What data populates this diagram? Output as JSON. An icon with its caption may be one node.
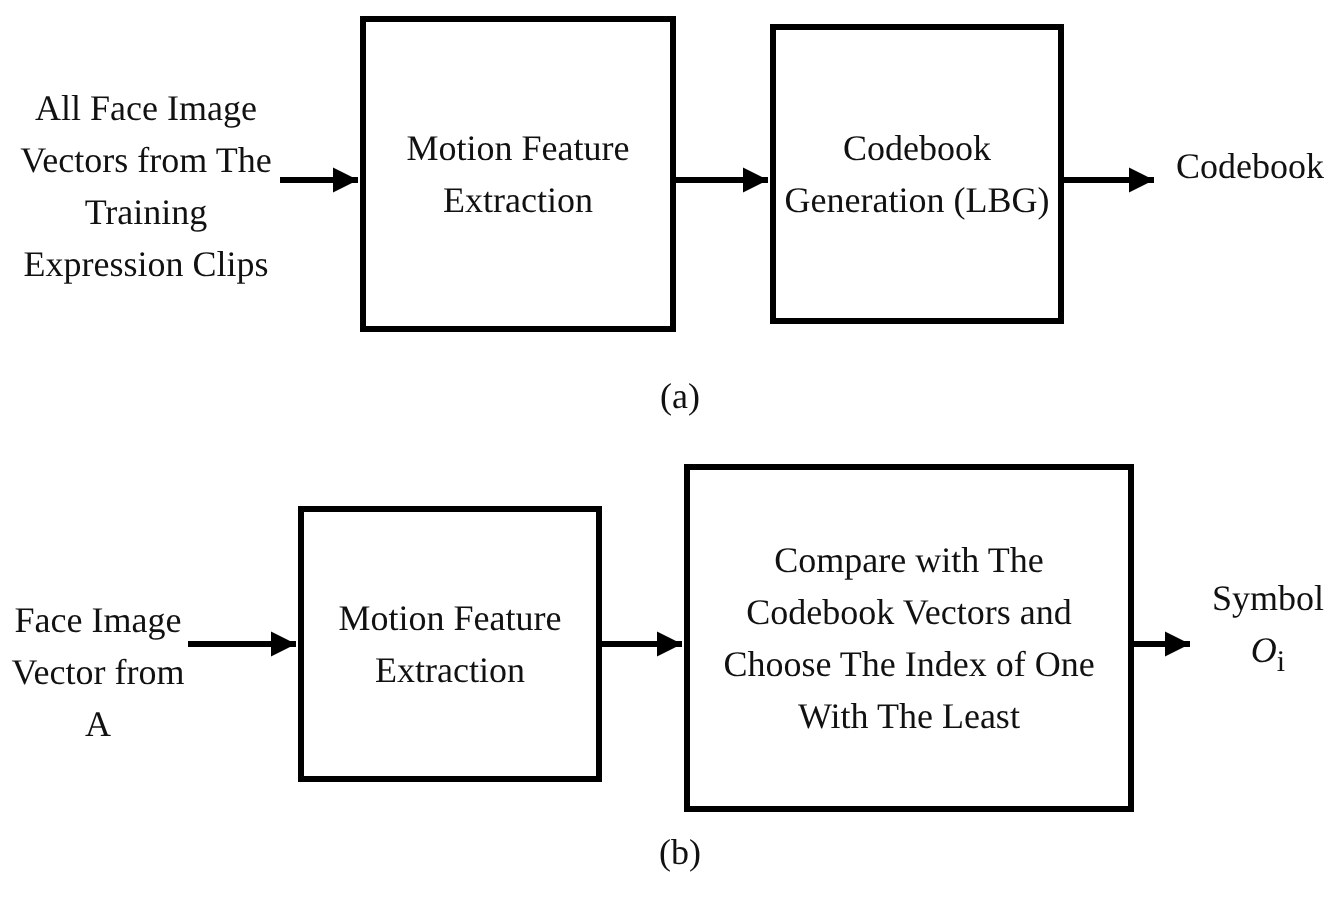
{
  "diagram": {
    "nodes": [
      {
        "text": [
          "All Face Image Vectors from The Training Expression Clips"
        ]
      },
      {
        "text": [
          "Motion Feature Extraction"
        ]
      },
      {
        "text": [
          "Codebook Generation (LBG)"
        ]
      },
      {
        "text": [
          "Codebook"
        ]
      },
      {
        "text": [
          "Face Image Vector from A"
        ]
      },
      {
        "text": [
          "Motion Feature Extraction"
        ]
      },
      {
        "text": [
          "Compare with The Codebook Vectors and Choose The Index of One With The Least"
        ]
      },
      {
        "text": [
          "Symbol",
          "*O*$_{i}$"
        ]
      }
    ],
    "edges": [
      {
        "from": 0,
        "to": 1,
        "arrow": "to"
      },
      {
        "from": 1,
        "to": 2,
        "arrow": "to"
      },
      {
        "from": 2,
        "to": 3,
        "arrow": "to"
      },
      {
        "from": 4,
        "to": 5,
        "arrow": "to"
      },
      {
        "from": 5,
        "to": 6,
        "arrow": "to"
      },
      {
        "from": 6,
        "to": 7,
        "arrow": "to"
      }
    ],
    "labels": [
      "(a)",
      "(b)"
    ]
  }
}
